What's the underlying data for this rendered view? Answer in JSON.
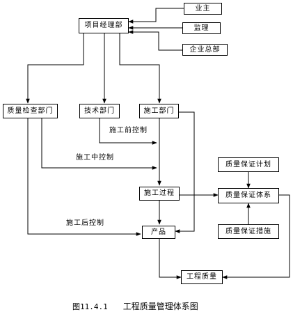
{
  "nodes": {
    "owner": "业主",
    "supervision": "监理",
    "head_office": "企业总部",
    "pm_dept": "项目经理部",
    "quality_dept": "质量检查部门",
    "tech_dept": "技术部门",
    "construction_dept": "施工部门",
    "construction_process": "施工过程",
    "product": "产品",
    "project_quality": "工程质量",
    "qa_plan": "质量保证计划",
    "qa_system": "质量保证体系",
    "qa_measures": "质量保证措施"
  },
  "labels": {
    "pre_control": "施工前控制",
    "mid_control": "施工中控制",
    "post_control": "施工后控制"
  },
  "caption": {
    "prefix": "图11.4.1",
    "title": "工程质量管理体系图"
  }
}
